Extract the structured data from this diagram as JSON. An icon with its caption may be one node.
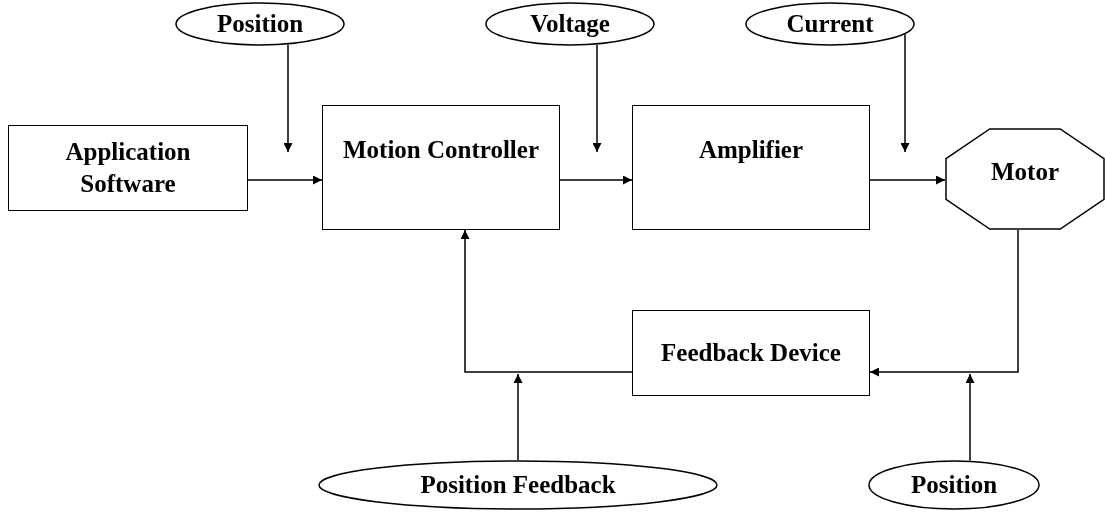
{
  "diagram": {
    "nodes": [
      {
        "text": [
          "Position"
        ]
      },
      {
        "text": [
          "Voltage"
        ]
      },
      {
        "text": [
          "Current"
        ]
      },
      {
        "text": [
          "Application Software"
        ]
      },
      {
        "text": [
          "Motion Controller"
        ]
      },
      {
        "text": [
          "Amplifier"
        ]
      },
      {
        "text": [
          "Motor"
        ]
      },
      {
        "text": [
          "Feedback Device"
        ]
      },
      {
        "text": [
          "Position Feedback"
        ]
      },
      {
        "text": [
          "Position"
        ]
      }
    ],
    "edges": [
      {
        "from": 3,
        "to": 4,
        "arrow": "to"
      },
      {
        "from": 4,
        "to": 5,
        "arrow": "to"
      },
      {
        "from": 5,
        "to": 6,
        "arrow": "to"
      },
      {
        "from": 6,
        "to": 7,
        "arrow": "to"
      },
      {
        "from": 7,
        "to": 4,
        "arrow": "to"
      },
      {
        "from": 0,
        "to": null,
        "arrow": "to"
      },
      {
        "from": 1,
        "to": null,
        "arrow": "to"
      },
      {
        "from": 2,
        "to": null,
        "arrow": "to"
      },
      {
        "from": 8,
        "to": null,
        "arrow": "to"
      },
      {
        "from": 9,
        "to": null,
        "arrow": "to"
      }
    ]
  }
}
